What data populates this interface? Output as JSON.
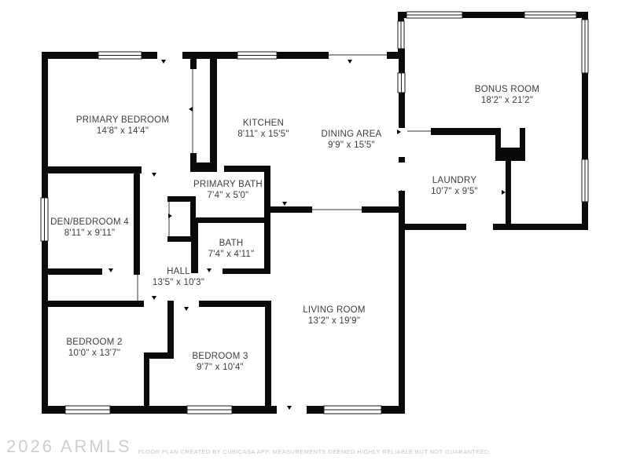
{
  "plan": {
    "watermark": "2026 ARMLS",
    "footer": "FLOOR PLAN CREATED BY CUBICASA APP. MEASUREMENTS DEEMED HIGHLY RELIABLE BUT NOT GUARANTEED.",
    "colors": {
      "wall": "#0a0a0a",
      "label_text": "#3d3d3d",
      "muted_text": "#c6c6c6",
      "background": "#ffffff"
    },
    "rooms": [
      {
        "name": "PRIMARY BEDROOM",
        "dims": "14'8\" x 14'4\""
      },
      {
        "name": "KITCHEN",
        "dims": "8'11\" x 15'5\""
      },
      {
        "name": "DINING AREA",
        "dims": "9'9\" x 15'5\""
      },
      {
        "name": "BONUS ROOM",
        "dims": "18'2\" x 21'2\""
      },
      {
        "name": "LAUNDRY",
        "dims": "10'7\" x 9'5\""
      },
      {
        "name": "PRIMARY BATH",
        "dims": "7'4\" x 5'0\""
      },
      {
        "name": "DEN/BEDROOM 4",
        "dims": "8'11\" x 9'11\""
      },
      {
        "name": "BATH",
        "dims": "7'4\" x 4'11\""
      },
      {
        "name": "HALL",
        "dims": "13'5\" x 10'3\""
      },
      {
        "name": "LIVING ROOM",
        "dims": "13'2\" x 19'9\""
      },
      {
        "name": "BEDROOM 2",
        "dims": "10'0\" x 13'7\""
      },
      {
        "name": "BEDROOM 3",
        "dims": "9'7\" x 10'4\""
      }
    ]
  }
}
